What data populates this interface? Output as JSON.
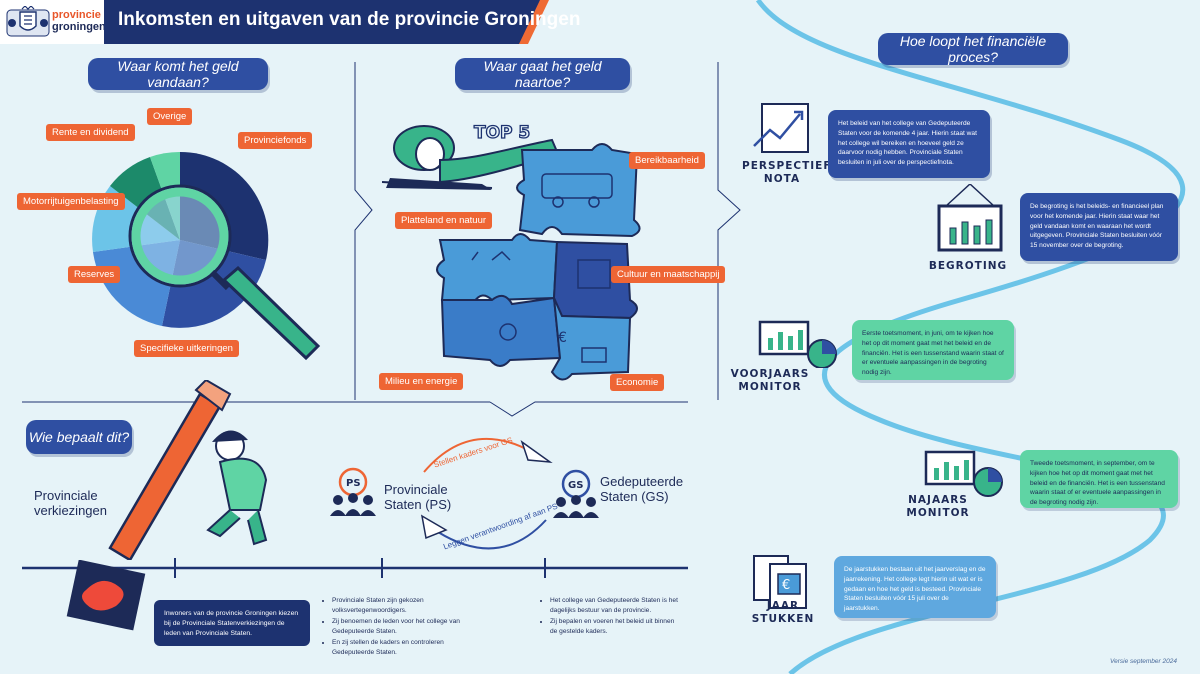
{
  "header": {
    "logo_line1": "provincie",
    "logo_line2": "groningen",
    "title": "Inkomsten en uitgaven van de provincie Groningen"
  },
  "income": {
    "heading": "Waar komt het geld vandaan?",
    "labels": {
      "overige": "Overige",
      "rente": "Rente en dividend",
      "provinciefonds": "Provinciefonds",
      "motorrijtuig": "Motorrijtuigenbelasting",
      "reserves": "Reserves",
      "specifieke": "Specifieke uitkeringen"
    }
  },
  "spending": {
    "heading": "Waar gaat het geld naartoe?",
    "top5": "TOP 5",
    "labels": {
      "bereikbaarheid": "Bereikbaarheid",
      "platteland": "Platteland en natuur",
      "cultuur": "Cultuur en maatschappij",
      "milieu": "Milieu en energie",
      "economie": "Economie"
    }
  },
  "decide": {
    "heading": "Wie bepaalt dit?",
    "elections": "Provinciale verkiezingen",
    "ps_badge": "PS",
    "ps_title": "Provinciale Staten (PS)",
    "gs_badge": "GS",
    "gs_title": "Gedeputeerde Staten (GS)",
    "arrow_top": "Stellen kaders voor GS",
    "arrow_bottom": "Leggen verantwoording af aan PS",
    "voters_box": "Inwoners van de provincie Groningen kiezen bij de Provinciale Statenverkiezingen de leden van Provinciale Staten.",
    "ps_bullets": [
      "Provinciale Staten zijn gekozen volksvertegenwoordigers.",
      "Zij benoemen de leden voor het college van Gedeputeerde Staten.",
      "En zij stellen de kaders en controleren Gedeputeerde Staten."
    ],
    "gs_bullets": [
      "Het college van Gedeputeerde Staten is het dagelijks bestuur van de provincie.",
      "Zij bepalen en voeren het beleid uit binnen de gestelde kaders."
    ]
  },
  "process": {
    "heading": "Hoe loopt het financiële proces?",
    "steps": [
      {
        "label": "PERSPECTIEF NOTA",
        "text": "Het beleid van het college van Gedeputeerde Staten voor de komende 4 jaar. Hierin staat wat het college wil bereiken en hoeveel geld ze daarvoor nodig hebben. Provinciale Staten besluiten in juli over de perspectiefnota."
      },
      {
        "label": "BEGROTING",
        "text": "De begroting is het beleids- en financieel plan voor het komende jaar. Hierin staat waar het geld vandaan komt en waaraan het wordt uitgegeven. Provinciale Staten besluiten vóór 15 november over de begroting."
      },
      {
        "label": "VOORJAARS MONITOR",
        "text": "Eerste toetsmoment, in juni, om te kijken hoe het op dit moment gaat met het beleid en de financiën. Het is een tussenstand waarin staat of er eventuele aanpassingen in de begroting nodig zijn."
      },
      {
        "label": "NAJAARS MONITOR",
        "text": "Tweede toetsmoment, in september, om te kijken hoe het op dit moment gaat met het beleid en de financiën. Het is een tussenstand waarin staat of er eventuele aanpassingen in de begroting nodig zijn."
      },
      {
        "label": "JAAR STUKKEN",
        "text": "De jaarstukken bestaan uit het jaarverslag en de jaarrekening. Het college legt hierin uit wat er is gedaan en hoe het geld is besteed. Provinciale Staten besluiten vóór 15 juli over de jaarstukken."
      }
    ]
  },
  "footer": {
    "version": "Versie september 2024"
  },
  "colors": {
    "navy": "#1d3270",
    "blue": "#2f4fa2",
    "orange": "#ee6534",
    "green": "#5fd4a4",
    "light_blue": "#5fa8df",
    "background": "#e6f3f8"
  }
}
